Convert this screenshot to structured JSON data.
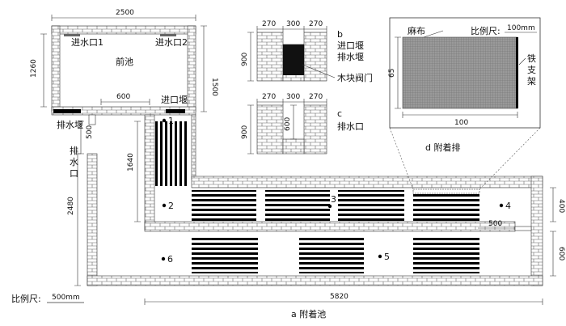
{
  "diagram": {
    "caption_a": "a 附着池",
    "caption_b": [
      "b",
      "进口堰",
      "排水堰"
    ],
    "caption_c": [
      "c",
      "排水口"
    ],
    "caption_d": "d 附着排",
    "labels": {
      "inlet1": "进水口1",
      "inlet2": "进水口2",
      "fore_pond": "前池",
      "inlet_weir": "进口堰",
      "drain_weir": "排水堰",
      "outlet": [
        "排",
        "水",
        "口"
      ],
      "wood_valve": "木块阀门",
      "burlap": "麻布",
      "iron_frame": [
        "铁",
        "支",
        "架"
      ],
      "scale_main": "比例尺:",
      "scale_main_len": "500mm",
      "scale_inset": "比例尺:",
      "scale_inset_len": "100mm"
    },
    "points": [
      "1",
      "2",
      "3",
      "4",
      "5",
      "6"
    ],
    "dimensions": {
      "fore_width": "2500",
      "fore_left_h": "1260",
      "fore_right_h": "1500",
      "weir_width": "600",
      "outlet_w": "500",
      "left_wall_h": "2480",
      "channel_h": "1640",
      "total_len": "5820",
      "right_upper": "400",
      "right_lower": "600",
      "gap_500": "500",
      "b_w1": "270",
      "b_w2": "300",
      "b_w3": "270",
      "b_h": "900",
      "c_w1": "270",
      "c_w2": "300",
      "c_w3": "270",
      "c_h": "900",
      "c_slot": "600",
      "d_h": "65",
      "d_w": "100"
    }
  }
}
